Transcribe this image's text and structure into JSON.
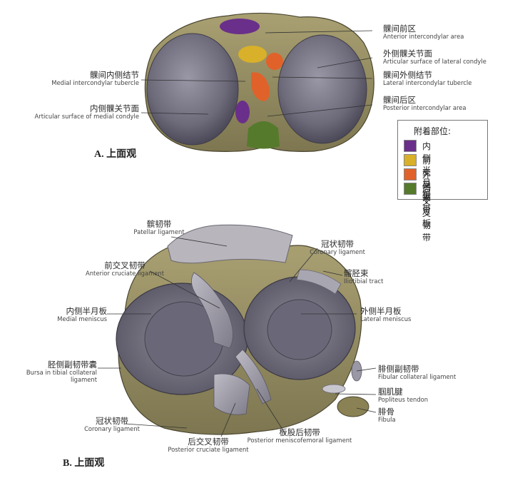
{
  "view_a": {
    "title": "A. 上面观",
    "labels": {
      "anterior_intercondylar_area": {
        "zh": "髁间前区",
        "en": "Anterior intercondylar area"
      },
      "lateral_articular_surface": {
        "zh": "外侧髁关节面",
        "en": "Articular surface of lateral condyle"
      },
      "lateral_intercondylar_tubercle": {
        "zh": "髁间外侧结节",
        "en": "Lateral intercondylar tubercle"
      },
      "posterior_intercondylar_area": {
        "zh": "髁间后区",
        "en": "Posterior intercondylar area"
      },
      "medial_intercondylar_tubercle": {
        "zh": "髁间内侧结节",
        "en": "Medial intercondylar tubercle"
      },
      "medial_articular_surface": {
        "zh": "内侧髁关节面",
        "en": "Articular surface of medial condyle"
      }
    }
  },
  "legend": {
    "title": "附着部位:",
    "items": [
      {
        "label": "内侧半月板",
        "color": "#6a2f8a"
      },
      {
        "label": "前交叉韧带",
        "color": "#d8b02a"
      },
      {
        "label": "外侧半月板",
        "color": "#e0622a"
      },
      {
        "label": "后交叉韧带",
        "color": "#557a2c"
      }
    ]
  },
  "view_b": {
    "title": "B. 上面观",
    "labels": {
      "patellar_ligament": {
        "zh": "髌韧带",
        "en": "Patellar ligament"
      },
      "coronary_ligament_top": {
        "zh": "冠状韧带",
        "en": "Coronary ligament"
      },
      "iliotibial_tract": {
        "zh": "髂胫束",
        "en": "Iliotibial tract"
      },
      "anterior_cruciate_ligament": {
        "zh": "前交叉韧带",
        "en": "Anterior cruciate ligament"
      },
      "medial_meniscus": {
        "zh": "内侧半月板",
        "en": "Medial meniscus"
      },
      "lateral_meniscus": {
        "zh": "外侧半月板",
        "en": "Lateral meniscus"
      },
      "bursa_tibial_collateral": {
        "zh": "胫侧副韧带囊",
        "en": "Bursa in tibial collateral",
        "en2": "ligament"
      },
      "fibular_collateral_ligament": {
        "zh": "腓侧副韧带",
        "en": "Fibular collateral ligament"
      },
      "popliteus_tendon": {
        "zh": "腘肌腱",
        "en": "Popliteus tendon"
      },
      "fibula": {
        "zh": "腓骨",
        "en": "Fibula"
      },
      "coronary_ligament_bottom": {
        "zh": "冠状韧带",
        "en": "Coronary ligament"
      },
      "posterior_cruciate_ligament": {
        "zh": "后交叉韧带",
        "en": "Posterior cruciate ligament"
      },
      "posterior_meniscofemoral_ligament": {
        "zh": "板股后韧带",
        "en": "Posterior meniscofemoral ligament"
      }
    }
  }
}
